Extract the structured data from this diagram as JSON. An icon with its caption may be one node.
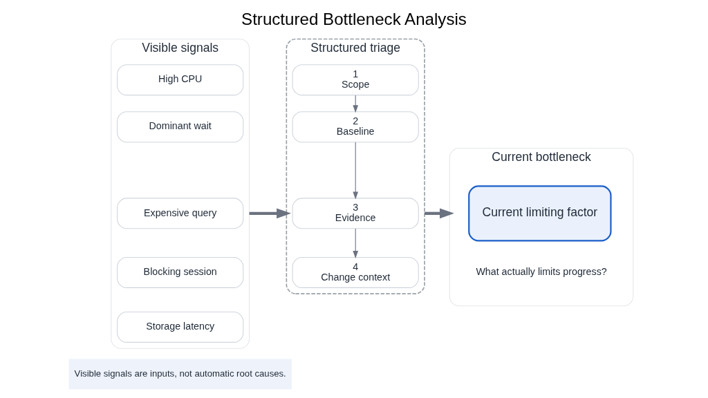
{
  "diagram": {
    "title": "Structured Bottleneck Analysis",
    "nodes": [
      {
        "text": [
          "Visible signals"
        ]
      },
      {
        "text": [
          "High CPU"
        ],
        "in": 0
      },
      {
        "text": [
          "Dominant wait"
        ],
        "in": 0
      },
      {
        "text": [
          "Expensive query"
        ],
        "in": 0
      },
      {
        "text": [
          "Blocking session"
        ],
        "in": 0
      },
      {
        "text": [
          "Storage latency"
        ],
        "in": 0
      },
      {
        "text": [
          "Structured triage"
        ]
      },
      {
        "text": [
          "1",
          "Scope"
        ],
        "in": 6
      },
      {
        "text": [
          "2",
          "Baseline"
        ],
        "in": 6
      },
      {
        "text": [
          "3",
          "Evidence"
        ],
        "in": 6
      },
      {
        "text": [
          "4",
          "Change context"
        ],
        "in": 6
      },
      {
        "text": [
          "Current bottleneck"
        ]
      },
      {
        "text": [
          "Current limiting factor"
        ],
        "in": 11,
        "beside": [
          "What actually limits progress?"
        ]
      }
    ],
    "edges": [
      {
        "from": 0,
        "to": 6,
        "arrow": "to",
        "style": "thick"
      },
      {
        "from": 7,
        "to": 8,
        "arrow": "to"
      },
      {
        "from": 8,
        "to": 9,
        "arrow": "to"
      },
      {
        "from": 9,
        "to": 10,
        "arrow": "to"
      },
      {
        "from": 6,
        "to": 11,
        "arrow": "to",
        "style": "thick"
      }
    ],
    "labels": [
      "Visible signals are inputs, not automatic root causes."
    ]
  }
}
